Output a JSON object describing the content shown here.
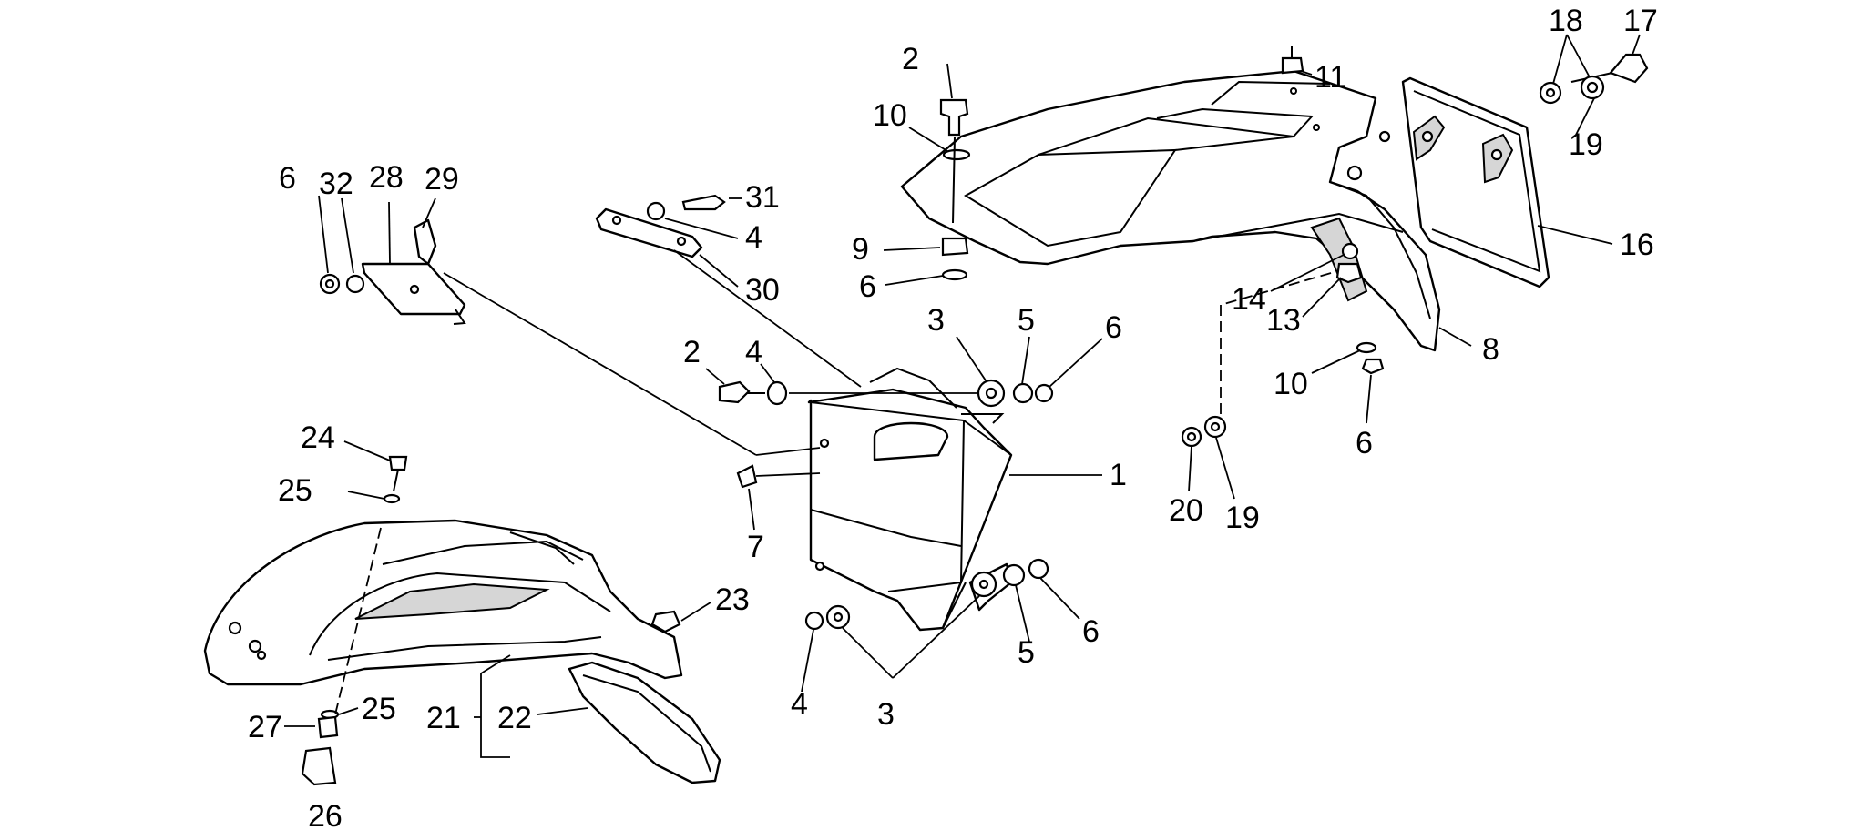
{
  "diagram": {
    "callouts": {
      "c1": "1",
      "c2a": "2",
      "c2b": "2",
      "c3a": "3",
      "c3b": "3",
      "c4a": "4",
      "c4b": "4",
      "c4c": "4",
      "c5a": "5",
      "c5b": "5",
      "c6a": "6",
      "c6b": "6",
      "c6c": "6",
      "c6d": "6",
      "c6e": "6",
      "c7": "7",
      "c8": "8",
      "c9": "9",
      "c10a": "10",
      "c10b": "10",
      "c11": "11",
      "c13": "13",
      "c14": "14",
      "c16": "16",
      "c17": "17",
      "c18": "18",
      "c19a": "19",
      "c19b": "19",
      "c20": "20",
      "c21": "21",
      "c22": "22",
      "c23": "23",
      "c24": "24",
      "c25a": "25",
      "c25b": "25",
      "c26": "26",
      "c27": "27",
      "c28": "28",
      "c29": "29",
      "c30": "30",
      "c31": "31",
      "c32": "32"
    }
  }
}
